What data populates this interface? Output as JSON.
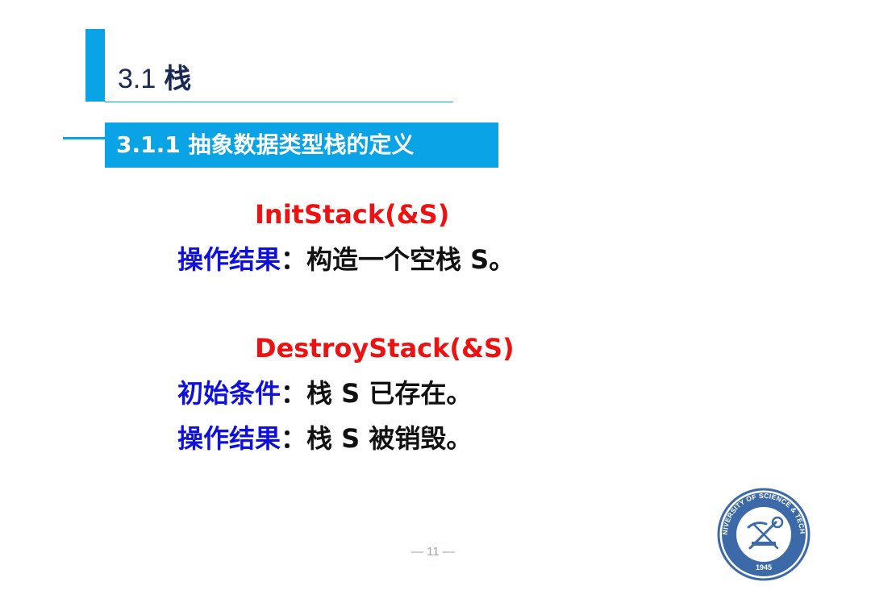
{
  "section": {
    "number": "3.1",
    "title": "栈"
  },
  "subsection": {
    "title": "3.1.1 抽象数据类型栈的定义"
  },
  "operations": [
    {
      "name": "InitStack(&S)",
      "lines": [
        {
          "label": "操作结果",
          "sep": "：",
          "text": "构造一个空栈 S。"
        }
      ]
    },
    {
      "name": "DestroyStack(&S)",
      "lines": [
        {
          "label": "初始条件",
          "sep": "：",
          "text": "栈 S 已存在。"
        },
        {
          "label": "操作结果",
          "sep": "：",
          "text": "栈 S 被销毁。"
        }
      ]
    }
  ],
  "page": {
    "number": "— 11 —"
  },
  "seal": {
    "top_text": "ANHUI UNIVERSITY OF SCIENCE & TECHNOLOGY",
    "year": "1945"
  },
  "colors": {
    "accent": "#0aa3e6",
    "op_name": "#ee1111",
    "keyword": "#1010dd",
    "title": "#1a2a55",
    "seal": "#3c6aa8"
  }
}
